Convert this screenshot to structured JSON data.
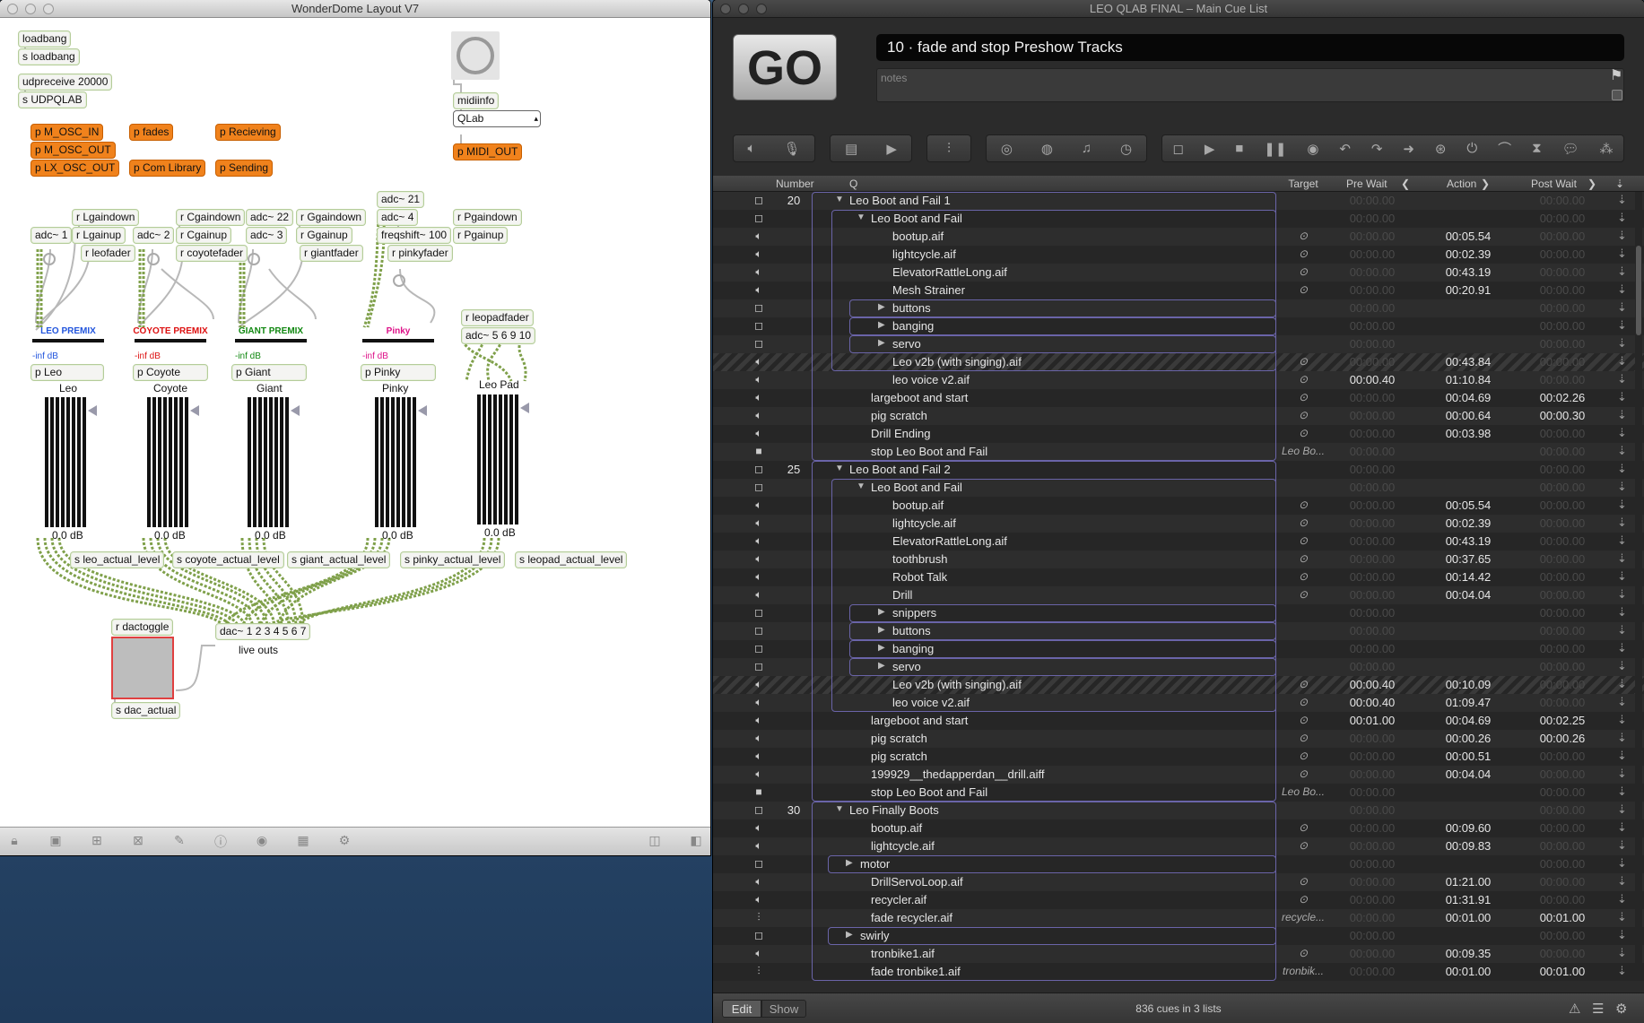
{
  "max_window": {
    "title": "WonderDome Layout V7",
    "objects": {
      "loadbang": "loadbang",
      "s_loadbang": "s loadbang",
      "udpreceive": "udpreceive 20000",
      "s_udpqlab": "s UDPQLAB",
      "midiinfo": "midiinfo",
      "qlab_menu": "QLab",
      "p_midi_out": "p MIDI_OUT",
      "p_m_osc_in": "p M_OSC_IN",
      "p_m_osc_out": "p M_OSC_OUT",
      "p_lx_osc_out": "p LX_OSC_OUT",
      "p_fades": "p fades",
      "p_com_library": "p Com Library",
      "p_recieving": "p Recieving",
      "p_sending": "p Sending",
      "r_lgaindown": "r Lgaindown",
      "adc1": "adc~ 1",
      "r_lgainup": "r Lgainup",
      "r_leofader": "r leofader",
      "r_cgaindown": "r Cgaindown",
      "adc2": "adc~ 2",
      "r_cgainup": "r Cgainup",
      "r_coyotefader": "r coyotefader",
      "adc22": "adc~ 22",
      "r_ggaindown": "r Ggaindown",
      "adc3": "adc~ 3",
      "r_ggainup": "r Ggainup",
      "r_giantfader": "r giantfader",
      "adc21": "adc~ 21",
      "adc4": "adc~ 4",
      "freqshift": "freqshift~ 100",
      "r_pinkyfader": "r pinkyfader",
      "r_pgaindown": "r Pgaindown",
      "r_pgainup": "r Pgainup",
      "r_leopadfader": "r leopadfader",
      "adc_pad": "adc~ 5 6 9 10",
      "p_leo": "p Leo",
      "p_coyote": "p Coyote",
      "p_giant": "p Giant",
      "p_pinky": "p Pinky",
      "s_leo_actual": "s leo_actual_level",
      "s_coyote_actual": "s coyote_actual_level",
      "s_giant_actual": "s giant_actual_level",
      "s_pinky_actual": "s pinky_actual_level",
      "s_leopad_actual": "s leopad_actual_level",
      "r_dactoggle": "r dactoggle",
      "dac": "dac~ 1 2 3 4 5 6 7",
      "s_dac_actual": "s dac_actual"
    },
    "premix": {
      "leo": "LEO PREMIX",
      "coyote": "COYOTE PREMIX",
      "giant": "GIANT PREMIX",
      "pinky": "Pinky"
    },
    "inf_db": "-inf dB",
    "zero_db": "0.0 dB",
    "meter_labels": {
      "leo": "Leo",
      "coyote": "Coyote",
      "giant": "Giant",
      "pinky": "Pinky",
      "leopad": "Leo Pad"
    },
    "live_outs": "live outs",
    "colors": {
      "orange": "#f0821c",
      "leo_premix": "#2255dd",
      "coyote_premix": "#dd1111",
      "giant_premix": "#118811",
      "pinky_premix": "#dd1188"
    }
  },
  "qlab": {
    "title": "LEO QLAB FINAL – Main Cue List",
    "go_label": "GO",
    "current_cue": "10 · fade and stop Preshow Tracks",
    "notes_placeholder": "notes",
    "columns": {
      "number": "Number",
      "q": "Q",
      "target": "Target",
      "prewait": "Pre Wait",
      "action": "Action",
      "postwait": "Post Wait"
    },
    "rows": [
      {
        "icon": "group",
        "number": "20",
        "indent": 0,
        "tri": "open",
        "name": "Leo Boot and Fail 1",
        "pre": "00:00.00",
        "act": "",
        "post": "00:00.00",
        "pre_dim": true,
        "post_dim": true
      },
      {
        "icon": "group",
        "number": "",
        "indent": 1,
        "tri": "open",
        "name": "Leo Boot and Fail",
        "pre": "00:00.00",
        "act": "",
        "post": "00:00.00",
        "pre_dim": true,
        "post_dim": true
      },
      {
        "icon": "audio",
        "number": "",
        "indent": 2,
        "tri": "",
        "name": "bootup.aif",
        "tgt": "⊙",
        "pre": "00:00.00",
        "act": "00:05.54",
        "post": "00:00.00",
        "pre_dim": true,
        "post_dim": true
      },
      {
        "icon": "audio",
        "number": "",
        "indent": 2,
        "tri": "",
        "name": "lightcycle.aif",
        "tgt": "⊙",
        "pre": "00:00.00",
        "act": "00:02.39",
        "post": "00:00.00",
        "pre_dim": true,
        "post_dim": true
      },
      {
        "icon": "audio",
        "number": "",
        "indent": 2,
        "tri": "",
        "name": "ElevatorRattleLong.aif",
        "tgt": "⊙",
        "pre": "00:00.00",
        "act": "00:43.19",
        "post": "00:00.00",
        "pre_dim": true,
        "post_dim": true
      },
      {
        "icon": "audio",
        "number": "",
        "indent": 2,
        "tri": "",
        "name": "Mesh Strainer",
        "tgt": "⊙",
        "pre": "00:00.00",
        "act": "00:20.91",
        "post": "00:00.00",
        "pre_dim": true,
        "post_dim": true
      },
      {
        "icon": "group",
        "number": "",
        "indent": 2,
        "tri": "closed",
        "name": "buttons",
        "pre": "00:00.00",
        "act": "",
        "post": "00:00.00",
        "pre_dim": true,
        "post_dim": true
      },
      {
        "icon": "group",
        "number": "",
        "indent": 2,
        "tri": "closed",
        "name": "banging",
        "pre": "00:00.00",
        "act": "",
        "post": "00:00.00",
        "pre_dim": true,
        "post_dim": true
      },
      {
        "icon": "group",
        "number": "",
        "indent": 2,
        "tri": "closed",
        "name": "servo",
        "pre": "00:00.00",
        "act": "",
        "post": "00:00.00",
        "pre_dim": true,
        "post_dim": true
      },
      {
        "icon": "audio",
        "number": "",
        "indent": 2,
        "tri": "",
        "name": "Leo v2b (with singing).aif",
        "tgt": "⊙",
        "pre": "00:00.00",
        "act": "00:43.84",
        "post": "00:00.00",
        "pre_dim": true,
        "post_dim": true,
        "hatch": true
      },
      {
        "icon": "audio",
        "number": "",
        "indent": 2,
        "tri": "",
        "name": "leo voice v2.aif",
        "tgt": "⊙",
        "pre": "00:00.40",
        "act": "01:10.84",
        "post": "00:00.00",
        "pre_dim": false,
        "post_dim": true
      },
      {
        "icon": "audio",
        "number": "",
        "indent": 1,
        "tri": "",
        "name": "largeboot and start",
        "tgt": "⊙",
        "pre": "00:00.00",
        "act": "00:04.69",
        "post": "00:02.26",
        "pre_dim": true,
        "post_dim": false
      },
      {
        "icon": "audio",
        "number": "",
        "indent": 1,
        "tri": "",
        "name": "pig scratch",
        "tgt": "⊙",
        "pre": "00:00.00",
        "act": "00:00.64",
        "post": "00:00.30",
        "pre_dim": true,
        "post_dim": false
      },
      {
        "icon": "audio",
        "number": "",
        "indent": 1,
        "tri": "",
        "name": "Drill Ending",
        "tgt": "⊙",
        "pre": "00:00.00",
        "act": "00:03.98",
        "post": "00:00.00",
        "pre_dim": true,
        "post_dim": true
      },
      {
        "icon": "stop",
        "number": "",
        "indent": 1,
        "tri": "",
        "name": "stop Leo Boot and Fail",
        "tgt": "Leo Bo...",
        "pre": "00:00.00",
        "act": "",
        "post": "00:00.00",
        "pre_dim": true,
        "post_dim": true
      },
      {
        "icon": "group",
        "number": "25",
        "indent": 0,
        "tri": "open",
        "name": "Leo Boot and Fail 2",
        "pre": "00:00.00",
        "act": "",
        "post": "00:00.00",
        "pre_dim": true,
        "post_dim": true
      },
      {
        "icon": "group",
        "number": "",
        "indent": 1,
        "tri": "open",
        "name": "Leo Boot and Fail",
        "pre": "00:00.00",
        "act": "",
        "post": "00:00.00",
        "pre_dim": true,
        "post_dim": true
      },
      {
        "icon": "audio",
        "number": "",
        "indent": 2,
        "tri": "",
        "name": "bootup.aif",
        "tgt": "⊙",
        "pre": "00:00.00",
        "act": "00:05.54",
        "post": "00:00.00",
        "pre_dim": true,
        "post_dim": true
      },
      {
        "icon": "audio",
        "number": "",
        "indent": 2,
        "tri": "",
        "name": "lightcycle.aif",
        "tgt": "⊙",
        "pre": "00:00.00",
        "act": "00:02.39",
        "post": "00:00.00",
        "pre_dim": true,
        "post_dim": true
      },
      {
        "icon": "audio",
        "number": "",
        "indent": 2,
        "tri": "",
        "name": "ElevatorRattleLong.aif",
        "tgt": "⊙",
        "pre": "00:00.00",
        "act": "00:43.19",
        "post": "00:00.00",
        "pre_dim": true,
        "post_dim": true
      },
      {
        "icon": "audio",
        "number": "",
        "indent": 2,
        "tri": "",
        "name": "toothbrush",
        "tgt": "⊙",
        "pre": "00:00.00",
        "act": "00:37.65",
        "post": "00:00.00",
        "pre_dim": true,
        "post_dim": true
      },
      {
        "icon": "audio",
        "number": "",
        "indent": 2,
        "tri": "",
        "name": "Robot Talk",
        "tgt": "⊙",
        "pre": "00:00.00",
        "act": "00:14.42",
        "post": "00:00.00",
        "pre_dim": true,
        "post_dim": true
      },
      {
        "icon": "audio",
        "number": "",
        "indent": 2,
        "tri": "",
        "name": "Drill",
        "tgt": "⊙",
        "pre": "00:00.00",
        "act": "00:04.04",
        "post": "00:00.00",
        "pre_dim": true,
        "post_dim": true
      },
      {
        "icon": "group",
        "number": "",
        "indent": 2,
        "tri": "closed",
        "name": "snippers",
        "pre": "00:00.00",
        "act": "",
        "post": "00:00.00",
        "pre_dim": true,
        "post_dim": true
      },
      {
        "icon": "group",
        "number": "",
        "indent": 2,
        "tri": "closed",
        "name": "buttons",
        "pre": "00:00.00",
        "act": "",
        "post": "00:00.00",
        "pre_dim": true,
        "post_dim": true
      },
      {
        "icon": "group",
        "number": "",
        "indent": 2,
        "tri": "closed",
        "name": "banging",
        "pre": "00:00.00",
        "act": "",
        "post": "00:00.00",
        "pre_dim": true,
        "post_dim": true
      },
      {
        "icon": "group",
        "number": "",
        "indent": 2,
        "tri": "closed",
        "name": "servo",
        "pre": "00:00.00",
        "act": "",
        "post": "00:00.00",
        "pre_dim": true,
        "post_dim": true
      },
      {
        "icon": "audio",
        "number": "",
        "indent": 2,
        "tri": "",
        "name": "Leo v2b (with singing).aif",
        "tgt": "⊙",
        "pre": "00:00.40",
        "act": "00:10.09",
        "post": "00:00.00",
        "pre_dim": false,
        "post_dim": true,
        "hatch": true
      },
      {
        "icon": "audio",
        "number": "",
        "indent": 2,
        "tri": "",
        "name": "leo voice v2.aif",
        "tgt": "⊙",
        "pre": "00:00.40",
        "act": "01:09.47",
        "post": "00:00.00",
        "pre_dim": false,
        "post_dim": true
      },
      {
        "icon": "audio",
        "number": "",
        "indent": 1,
        "tri": "",
        "name": "largeboot and start",
        "tgt": "⊙",
        "pre": "00:01.00",
        "act": "00:04.69",
        "post": "00:02.25",
        "pre_dim": false,
        "post_dim": false
      },
      {
        "icon": "audio",
        "number": "",
        "indent": 1,
        "tri": "",
        "name": "pig scratch",
        "tgt": "⊙",
        "pre": "00:00.00",
        "act": "00:00.26",
        "post": "00:00.26",
        "pre_dim": true,
        "post_dim": false
      },
      {
        "icon": "audio",
        "number": "",
        "indent": 1,
        "tri": "",
        "name": "pig scratch",
        "tgt": "⊙",
        "pre": "00:00.00",
        "act": "00:00.51",
        "post": "00:00.00",
        "pre_dim": true,
        "post_dim": true
      },
      {
        "icon": "audio",
        "number": "",
        "indent": 1,
        "tri": "",
        "name": "199929__thedapperdan__drill.aiff",
        "tgt": "⊙",
        "pre": "00:00.00",
        "act": "00:04.04",
        "post": "00:00.00",
        "pre_dim": true,
        "post_dim": true
      },
      {
        "icon": "stop",
        "number": "",
        "indent": 1,
        "tri": "",
        "name": "stop Leo Boot and Fail",
        "tgt": "Leo Bo...",
        "pre": "00:00.00",
        "act": "",
        "post": "00:00.00",
        "pre_dim": true,
        "post_dim": true
      },
      {
        "icon": "group",
        "number": "30",
        "indent": 0,
        "tri": "open",
        "name": "Leo Finally Boots",
        "pre": "00:00.00",
        "act": "",
        "post": "00:00.00",
        "pre_dim": true,
        "post_dim": true
      },
      {
        "icon": "audio",
        "number": "",
        "indent": 1,
        "tri": "",
        "name": "bootup.aif",
        "tgt": "⊙",
        "pre": "00:00.00",
        "act": "00:09.60",
        "post": "00:00.00",
        "pre_dim": true,
        "post_dim": true
      },
      {
        "icon": "audio",
        "number": "",
        "indent": 1,
        "tri": "",
        "name": "lightcycle.aif",
        "tgt": "⊙",
        "pre": "00:00.00",
        "act": "00:09.83",
        "post": "00:00.00",
        "pre_dim": true,
        "post_dim": true
      },
      {
        "icon": "group",
        "number": "",
        "indent": 0.5,
        "tri": "closed",
        "name": "motor",
        "pre": "00:00.00",
        "act": "",
        "post": "00:00.00",
        "pre_dim": true,
        "post_dim": true
      },
      {
        "icon": "audio",
        "number": "",
        "indent": 1,
        "tri": "",
        "name": "DrillServoLoop.aif",
        "tgt": "⊙",
        "pre": "00:00.00",
        "act": "01:21.00",
        "post": "00:00.00",
        "pre_dim": true,
        "post_dim": true
      },
      {
        "icon": "audio",
        "number": "",
        "indent": 1,
        "tri": "",
        "name": "recycler.aif",
        "tgt": "⊙",
        "pre": "00:00.00",
        "act": "01:31.91",
        "post": "00:00.00",
        "pre_dim": true,
        "post_dim": true
      },
      {
        "icon": "fade",
        "number": "",
        "indent": 1,
        "tri": "",
        "name": "fade recycler.aif",
        "tgt": "recycle...",
        "pre": "00:00.00",
        "act": "00:01.00",
        "post": "00:01.00",
        "pre_dim": true,
        "post_dim": false
      },
      {
        "icon": "group",
        "number": "",
        "indent": 0.5,
        "tri": "closed",
        "name": "swirly",
        "pre": "00:00.00",
        "act": "",
        "post": "00:00.00",
        "pre_dim": true,
        "post_dim": true
      },
      {
        "icon": "audio",
        "number": "",
        "indent": 1,
        "tri": "",
        "name": "tronbike1.aif",
        "tgt": "⊙",
        "pre": "00:00.00",
        "act": "00:09.35",
        "post": "00:00.00",
        "pre_dim": true,
        "post_dim": true
      },
      {
        "icon": "fade",
        "number": "",
        "indent": 1,
        "tri": "",
        "name": "fade tronbike1.aif",
        "tgt": "tronbik...",
        "pre": "00:00.00",
        "act": "00:01.00",
        "post": "00:01.00",
        "pre_dim": true,
        "post_dim": false
      }
    ],
    "footer": {
      "edit": "Edit",
      "show": "Show",
      "count": "836 cues in 3 lists"
    }
  }
}
